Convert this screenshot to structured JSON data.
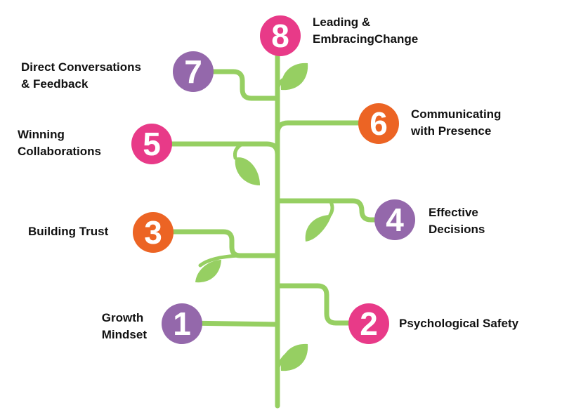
{
  "colors": {
    "stem": "#96cf62",
    "purple": "#9468ab",
    "pink": "#e83a88",
    "orange": "#ec6424",
    "text": "#111111"
  },
  "steps": [
    {
      "number": "1",
      "label": "Growth\nMindset",
      "color": "#9468ab"
    },
    {
      "number": "2",
      "label": "Psychological Safety",
      "color": "#e83a88"
    },
    {
      "number": "3",
      "label": "Building Trust",
      "color": "#ec6424"
    },
    {
      "number": "4",
      "label": "Effective\nDecisions",
      "color": "#9468ab"
    },
    {
      "number": "5",
      "label": "Winning\nCollaborations",
      "color": "#e83a88"
    },
    {
      "number": "6",
      "label": "Communicating\nwith Presence",
      "color": "#ec6424"
    },
    {
      "number": "7",
      "label": "Direct Conversations\n& Feedback",
      "color": "#9468ab"
    },
    {
      "number": "8",
      "label": "Leading &\nEmbracingChange",
      "color": "#e83a88"
    }
  ]
}
